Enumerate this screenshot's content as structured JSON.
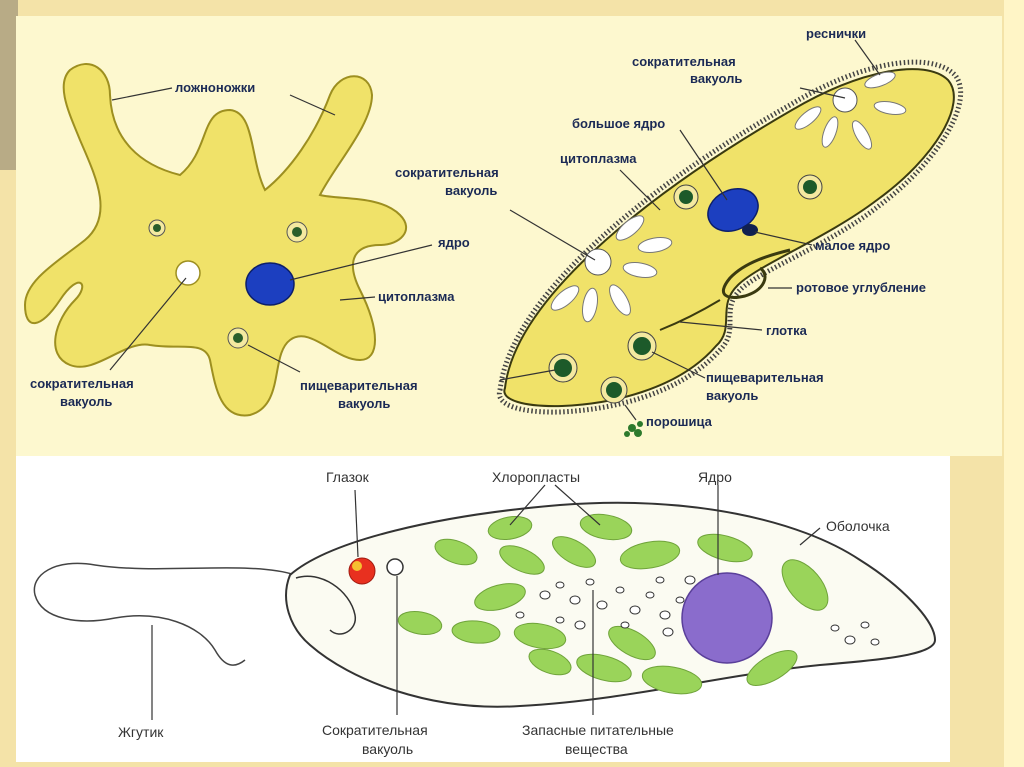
{
  "colors": {
    "slide_background": "#f4e3a8",
    "panel_top": "#fdf8cf",
    "panel_bottom": "#ffffff",
    "cell_body": "#f0e269",
    "nucleus_blue": "#1c3fc0",
    "chloroplast_green": "#9ad45a",
    "nucleus_purple": "#8a6ccc",
    "eyespot_red": "#e8301f",
    "label_dark": "#1b2a55"
  },
  "amoeba": {
    "pseudopods": "ложноножки",
    "nucleus": "ядро",
    "cytoplasm": "цитоплазма",
    "contractile_vacuole_1": "сократительная",
    "contractile_vacuole_2": "вакуоль",
    "digestive_vacuole_1": "пищеварительная",
    "digestive_vacuole_2": "вакуоль"
  },
  "paramecium": {
    "cilia": "реснички",
    "contractile_vacuole_top_1": "сократительная",
    "contractile_vacuole_top_2": "вакуоль",
    "macronucleus": "большое ядро",
    "cytoplasm": "цитоплазма",
    "contractile_vacuole_mid_1": "сократительная",
    "contractile_vacuole_mid_2": "вакуоль",
    "micronucleus": "малое ядро",
    "oral_groove": "ротовое углубление",
    "pharynx": "глотка",
    "digestive_vacuole_1": "пищеварительная",
    "digestive_vacuole_2": "вакуоль",
    "anal_pore": "порошица"
  },
  "euglena": {
    "eyespot": "Глазок",
    "chloroplasts": "Хлоропласты",
    "nucleus": "Ядро",
    "pellicle": "Оболочка",
    "flagellum": "Жгутик",
    "contractile_vacuole_1": "Сократительная",
    "contractile_vacuole_2": "вакуоль",
    "reserve_nutrients_1": "Запасные питательные",
    "reserve_nutrients_2": "вещества"
  }
}
